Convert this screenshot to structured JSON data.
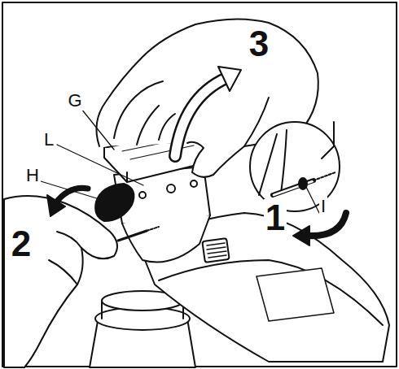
{
  "diagram": {
    "labels": [
      "3",
      "G",
      "L",
      "H",
      "1",
      "I",
      "2"
    ]
  }
}
